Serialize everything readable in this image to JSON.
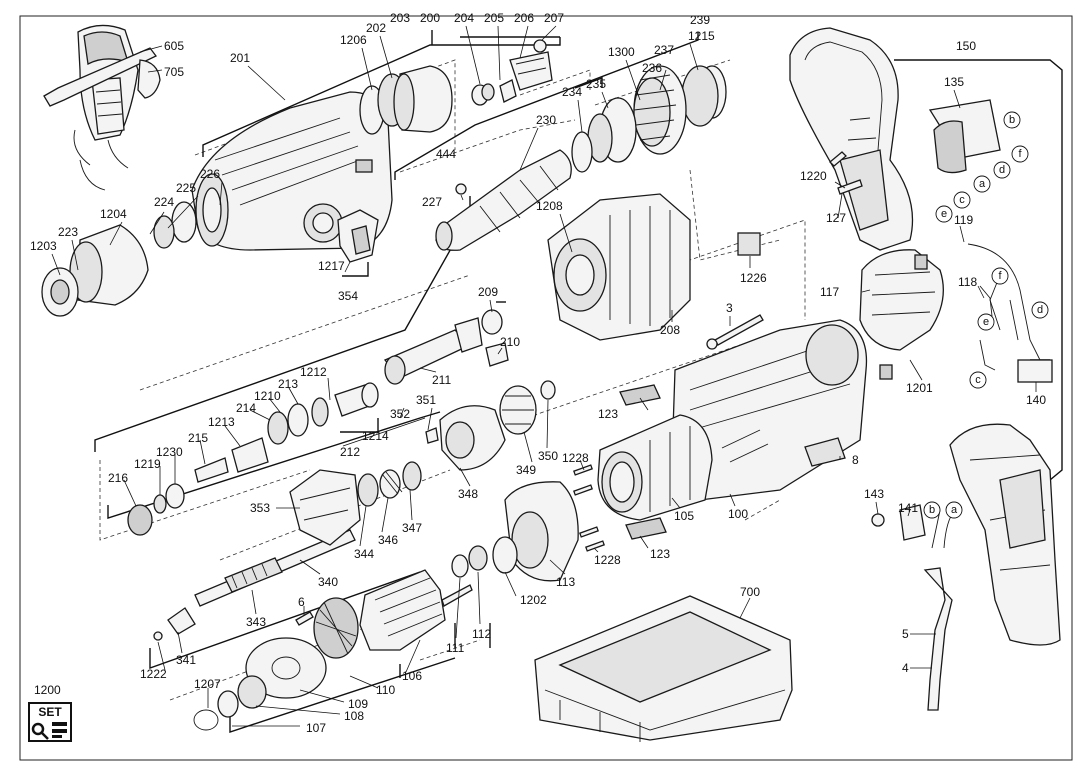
{
  "labels": {
    "l605": "605",
    "l705": "705",
    "l201": "201",
    "l1206": "1206",
    "l202": "202",
    "l203": "203",
    "l200": "200",
    "l204": "204",
    "l205": "205",
    "l206": "206",
    "l207": "207",
    "l239": "239",
    "l1215": "1215",
    "l1300": "1300",
    "l237": "237",
    "l236": "236",
    "l235": "235",
    "l234": "234",
    "l150": "150",
    "l135": "135",
    "l230": "230",
    "l444": "444",
    "l227": "227",
    "l226": "226",
    "l225": "225",
    "l224": "224",
    "l1204": "1204",
    "l223": "223",
    "l1203": "1203",
    "l1217": "1217",
    "l354": "354",
    "l1208": "1208",
    "l1226": "1226",
    "l1220": "1220",
    "l127": "127",
    "l119": "119",
    "l209": "209",
    "l3": "3",
    "l117": "117",
    "l118": "118",
    "l210": "210",
    "l208": "208",
    "l1212": "1212",
    "l213": "213",
    "l1210": "1210",
    "l214": "214",
    "l1213": "1213",
    "l211": "211",
    "l351": "351",
    "l352": "352",
    "l1214": "1214",
    "l212": "212",
    "l1201": "1201",
    "l140": "140",
    "l123a": "123",
    "l215": "215",
    "l1230": "1230",
    "l1219": "1219",
    "l216": "216",
    "l349": "349",
    "l350": "350",
    "l1228a": "1228",
    "l8": "8",
    "l348": "348",
    "l353": "353",
    "l347": "347",
    "l346": "346",
    "l344": "344",
    "l105": "105",
    "l100": "100",
    "l143": "143",
    "l141": "141",
    "l123b": "123",
    "l1228b": "1228",
    "l340": "340",
    "l113": "113",
    "l1202": "1202",
    "l343": "343",
    "l6": "6",
    "l112": "112",
    "l111": "111",
    "l700": "700",
    "l341": "341",
    "l1222": "1222",
    "l5": "5",
    "l110": "110",
    "l106": "106",
    "l109": "109",
    "l1200": "1200",
    "l1207": "1207",
    "l108": "108",
    "l107": "107",
    "l4": "4"
  },
  "letters": {
    "b1": "b",
    "f1": "f",
    "d1": "d",
    "a1": "a",
    "c1": "c",
    "e1": "e",
    "f2": "f",
    "d2": "d",
    "e2": "e",
    "c2": "c",
    "b2": "b",
    "a2": "a"
  },
  "set_icon": {
    "text": "SET",
    "icon": "set-kit-icon"
  },
  "colors": {
    "line": "#1a1a1a",
    "fill_light": "#f4f4f4",
    "fill_dark": "#cfcfcf"
  }
}
